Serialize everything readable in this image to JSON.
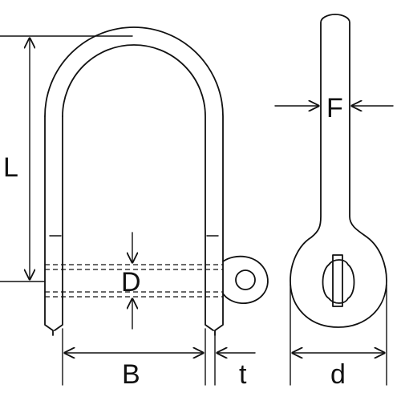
{
  "diagram": {
    "labels": {
      "L": "L",
      "D": "D",
      "B": "B",
      "t": "t",
      "F": "F",
      "d": "d"
    }
  },
  "colors": {
    "stroke": "#111111",
    "background": "#ffffff"
  }
}
